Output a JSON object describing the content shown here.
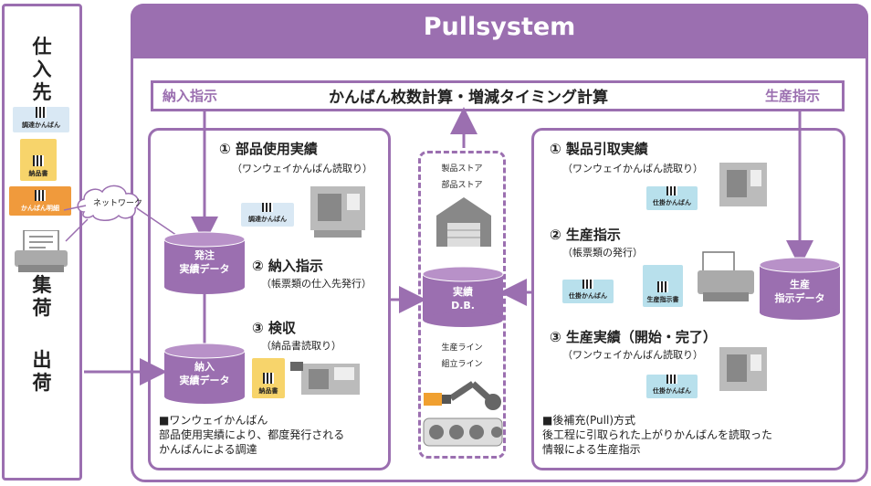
{
  "supplier": {
    "title": "仕入先",
    "cards": [
      "調達かんばん",
      "納品書",
      "かんばん明細"
    ],
    "shipping": "集荷",
    "outbound": "出荷"
  },
  "network_label": "ネットワーク",
  "pullsystem": {
    "title": "Pullsystem",
    "calc_title": "かんばん枚数計算・増減タイミング計算",
    "delivery_instruction": "納入指示",
    "production_instruction": "生産指示"
  },
  "left": {
    "step1": "① 部品使用実績",
    "step1_sub": "（ワンウェイかんばん読取り）",
    "step1_card": "調達かんばん",
    "step2": "② 納入指示",
    "step2_sub": "（帳票類の仕入先発行）",
    "step3": "③ 検収",
    "step3_sub": "（納品書読取り）",
    "step3_card": "納品書",
    "cyl_order": "発注\n実績データ",
    "cyl_receipt": "納入\n実績データ",
    "note_title": "■ワンウェイかんばん",
    "note_body": [
      "部品使用実績により、都度発行される",
      "かんばんによる調達"
    ]
  },
  "center": {
    "store1": "製品ストア",
    "store2": "部品ストア",
    "db": "実績\nD.B.",
    "line1": "生産ライン",
    "line2": "組立ライン"
  },
  "right": {
    "step1": "① 製品引取実績",
    "step1_sub": "（ワンウェイかんばん読取り）",
    "step1_card": "仕掛かんばん",
    "step2": "② 生産指示",
    "step2_sub": "（帳票類の発行）",
    "step2_card1": "仕掛かんばん",
    "step2_card2": "生産指示書",
    "step3": "③ 生産実績（開始・完了）",
    "step3_sub": "（ワンウェイかんばん読取り）",
    "step3_card": "仕掛かんばん",
    "cyl_prod": "生産\n指示データ",
    "note_title": "■後補充(Pull)方式",
    "note_body": [
      "後工程に引取られた上がりかんばんを読取った",
      "情報による生産指示"
    ]
  },
  "colors": {
    "accent": "#9b6fb0",
    "cylinder": "#9b6fb0",
    "card_blue": "#b8e0ec",
    "card_yellow": "#f7d46b",
    "card_orange": "#f09a3c"
  }
}
